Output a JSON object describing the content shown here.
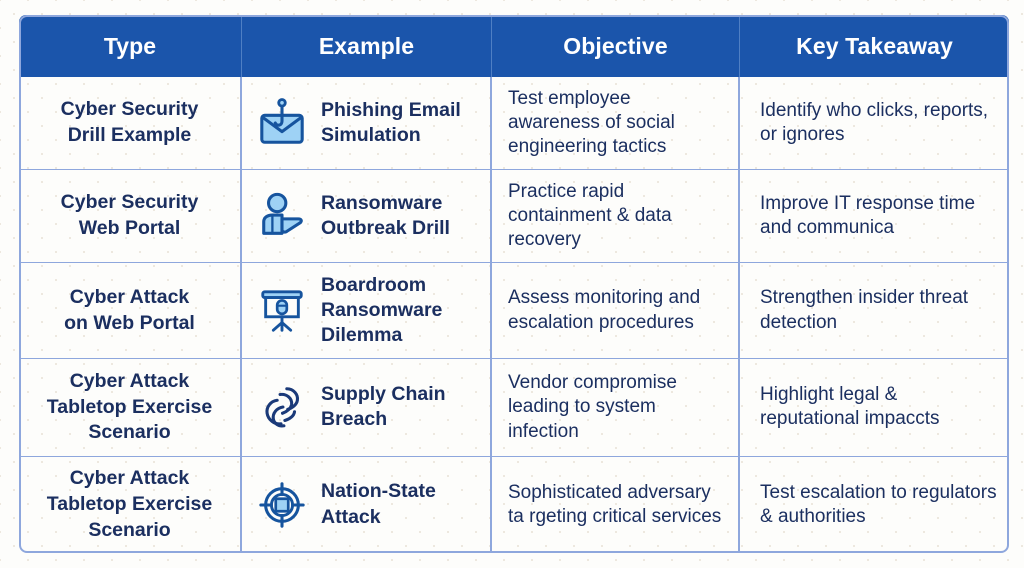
{
  "table": {
    "columns": [
      {
        "key": "type",
        "label": "Type"
      },
      {
        "key": "example",
        "label": "Example"
      },
      {
        "key": "objective",
        "label": "Objective"
      },
      {
        "key": "takeaway",
        "label": "Key Takeaway"
      }
    ],
    "rows": [
      {
        "type": "Cyber Security\nDrill Example",
        "icon": "phishing-envelope-hook-icon",
        "example": "Phishing Email\nSimulation",
        "objective": "Test employee awareness of social engineering tactics",
        "takeaway": "Identify who clicks, reports, or ignores"
      },
      {
        "type": "Cyber Security\nWeb Portal",
        "icon": "presenter-person-icon",
        "example": "Ransomware\nOutbreak Drill",
        "objective": "Practice rapid containment & data recovery",
        "takeaway": "Improve IT response time and communica"
      },
      {
        "type": "Cyber Attack\non Web Portal",
        "icon": "projector-screen-icon",
        "example": "Boardroom\nRansomware\nDilemma",
        "objective": "Assess monitoring and escalation procedures",
        "takeaway": "Strengthen insider threat detection"
      },
      {
        "type": "Cyber Attack\nTabletop Exercise\nScenario",
        "icon": "broken-chain-link-icon",
        "example": "Supply Chain\nBreach",
        "objective": "Vendor compromise leading to system infection",
        "takeaway": "Highlight legal & reputational impaccts"
      },
      {
        "type": "Cyber Attack\nTabletop Exercise\nScenario",
        "icon": "crosshair-target-icon",
        "example": "Nation-State\nAttack",
        "objective": "Sophisticated adversary ta rgeting critical services",
        "takeaway": "Test escalation to regulators & authorities"
      }
    ]
  },
  "colors": {
    "header_background": "#1b55ab",
    "header_text": "#ffffff",
    "body_text": "#1b2f60",
    "grid_line": "#8ea7dd",
    "icon_stroke": "#16549e",
    "icon_fill": "#9ed2f5",
    "page_background": "#fdfdfb"
  }
}
